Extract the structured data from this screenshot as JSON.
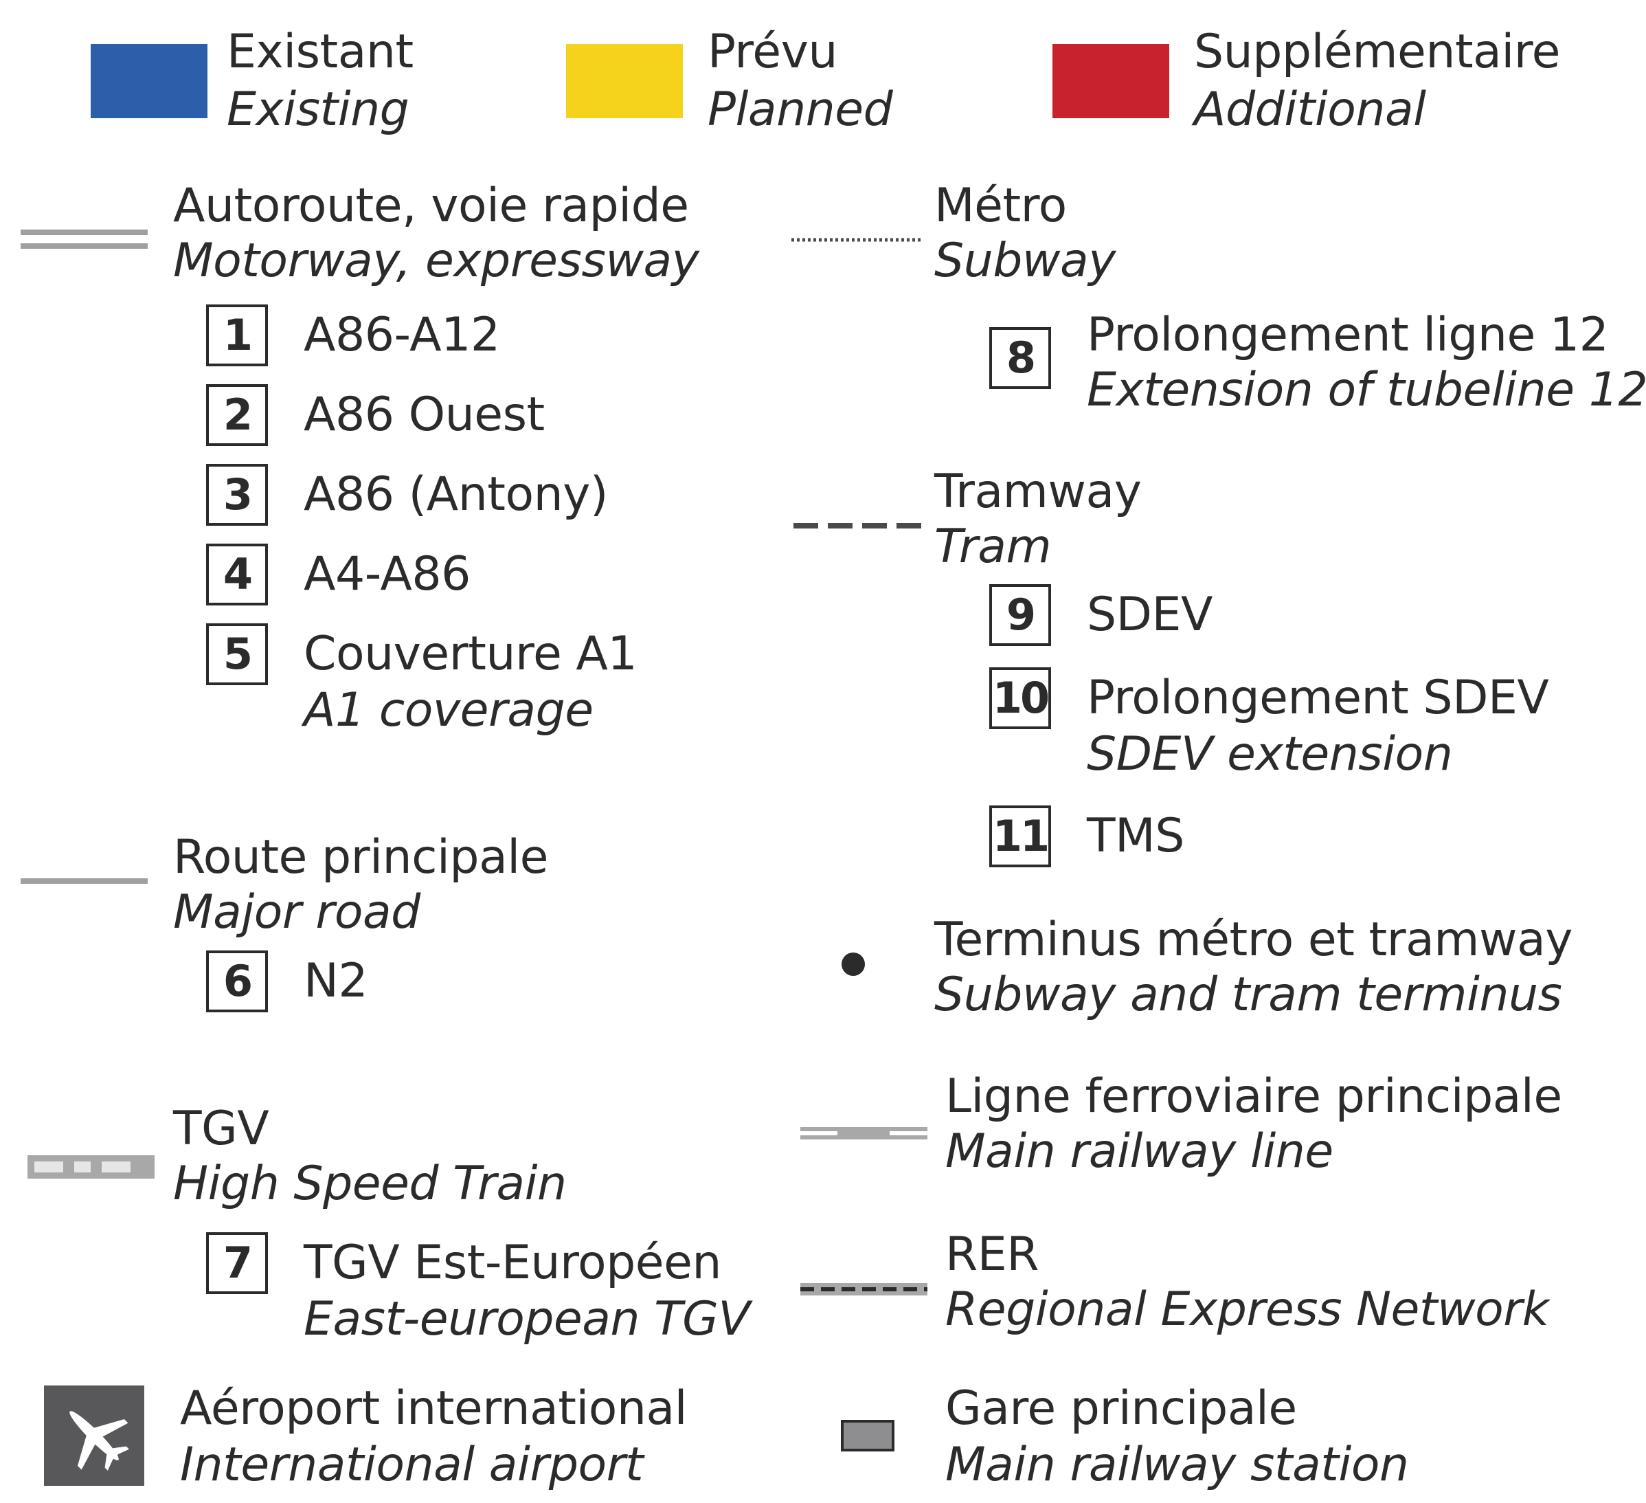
{
  "status_legend": {
    "existing": {
      "fr": "Existant",
      "en": "Existing",
      "color": "#2c5faa"
    },
    "planned": {
      "fr": "Prévu",
      "en": "Planned",
      "color": "#f5d31c"
    },
    "additional": {
      "fr": "Supplémentaire",
      "en": "Additional",
      "color": "#c8232c"
    }
  },
  "categories": {
    "motorway": {
      "fr": "Autoroute, voie rapide",
      "en": "Motorway, expressway",
      "symbol": "double-line",
      "items": [
        {
          "num": "1",
          "fr": "A86-A12",
          "en": ""
        },
        {
          "num": "2",
          "fr": "A86 Ouest",
          "en": ""
        },
        {
          "num": "3",
          "fr": "A86 (Antony)",
          "en": ""
        },
        {
          "num": "4",
          "fr": "A4-A86",
          "en": ""
        },
        {
          "num": "5",
          "fr": "Couverture A1",
          "en": "A1 coverage"
        }
      ]
    },
    "major_road": {
      "fr": "Route principale",
      "en": "Major road",
      "symbol": "single-line",
      "items": [
        {
          "num": "6",
          "fr": "N2",
          "en": ""
        }
      ]
    },
    "tgv": {
      "fr": "TGV",
      "en": "High Speed Train",
      "symbol": "dashed-thick-line",
      "items": [
        {
          "num": "7",
          "fr": "TGV Est-Européen",
          "en": "East-european TGV"
        }
      ]
    },
    "airport": {
      "fr": "Aéroport international",
      "en": "International airport",
      "icon": "airplane-icon"
    },
    "subway": {
      "fr": "Métro",
      "en": "Subway",
      "symbol": "dotted-line",
      "items": [
        {
          "num": "8",
          "fr": "Prolongement ligne 12",
          "en": "Extension of tubeline 12"
        }
      ]
    },
    "tram": {
      "fr": "Tramway",
      "en": "Tram",
      "symbol": "dashed-line",
      "items": [
        {
          "num": "9",
          "fr": "SDEV",
          "en": ""
        },
        {
          "num": "10",
          "fr": "Prolongement SDEV",
          "en": "SDEV extension"
        },
        {
          "num": "11",
          "fr": "TMS",
          "en": ""
        }
      ]
    },
    "terminus": {
      "fr": "Terminus métro et tramway",
      "en": "Subway and tram terminus",
      "symbol": "dot"
    },
    "main_railway": {
      "fr": "Ligne ferroviaire principale",
      "en": "Main railway line",
      "symbol": "rail-line"
    },
    "rer": {
      "fr": "RER",
      "en": "Regional Express Network",
      "symbol": "rer-line"
    },
    "station": {
      "fr": "Gare principale",
      "en": "Main railway station",
      "symbol": "grey-rectangle"
    }
  }
}
